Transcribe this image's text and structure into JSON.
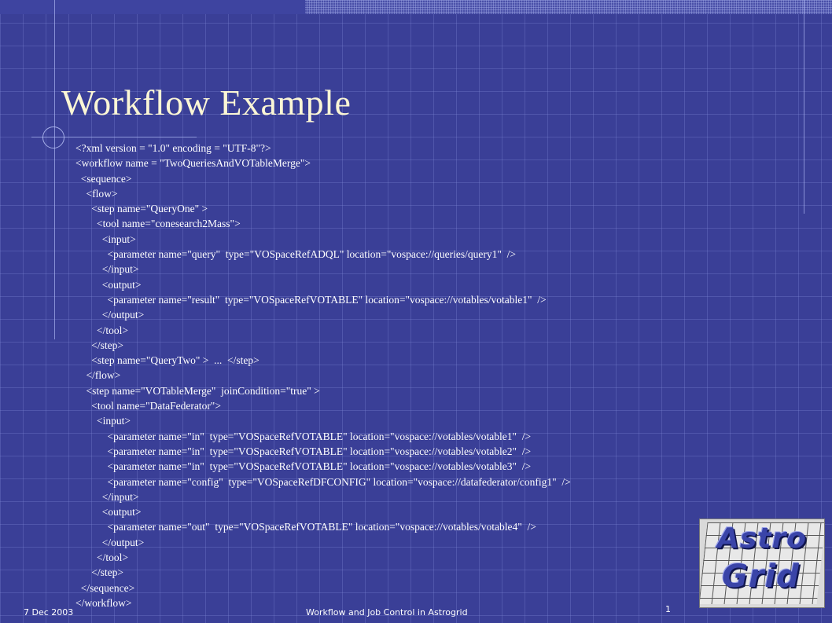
{
  "slide": {
    "title": "Workflow Example",
    "code_lines": [
      "<?xml version = \"1.0\" encoding = \"UTF-8\"?>",
      "<workflow name = \"TwoQueriesAndVOTableMerge\">",
      "  <sequence>",
      "    <flow>",
      "      <step name=\"QueryOne\" >",
      "        <tool name=\"conesearch2Mass\">",
      "          <input>",
      "            <parameter name=\"query\"  type=\"VOSpaceRefADQL\" location=\"vospace://queries/query1\"  />",
      "          </input>",
      "          <output>",
      "            <parameter name=\"result\"  type=\"VOSpaceRefVOTABLE\" location=\"vospace://votables/votable1\"  />",
      "          </output>",
      "        </tool>",
      "      </step>",
      "      <step name=\"QueryTwo\" >  ...  </step>",
      "    </flow>",
      "    <step name=\"VOTableMerge\"  joinCondition=\"true\" >",
      "      <tool name=\"DataFederator\">",
      "        <input>",
      "            <parameter name=\"in\"  type=\"VOSpaceRefVOTABLE\" location=\"vospace://votables/votable1\"  />",
      "            <parameter name=\"in\"  type=\"VOSpaceRefVOTABLE\" location=\"vospace://votables/votable2\"  />",
      "            <parameter name=\"in\"  type=\"VOSpaceRefVOTABLE\" location=\"vospace://votables/votable3\"  />",
      "            <parameter name=\"config\"  type=\"VOSpaceRefDFCONFIG\" location=\"vospace://datafederator/config1\"  />",
      "          </input>",
      "          <output>",
      "            <parameter name=\"out\"  type=\"VOSpaceRefVOTABLE\" location=\"vospace://votables/votable4\"  />",
      "          </output>",
      "        </tool>",
      "      </step>",
      "  </sequence>",
      "</workflow>"
    ]
  },
  "footer": {
    "date": "7 Dec 2003",
    "center": "Workflow and Job Control in Astrogrid",
    "page_number": "1"
  },
  "logo": {
    "line1": "Astro",
    "line2": "Grid"
  },
  "colors": {
    "background": "#3a3f97",
    "title": "#fbf6d5",
    "text": "#ffffff"
  }
}
